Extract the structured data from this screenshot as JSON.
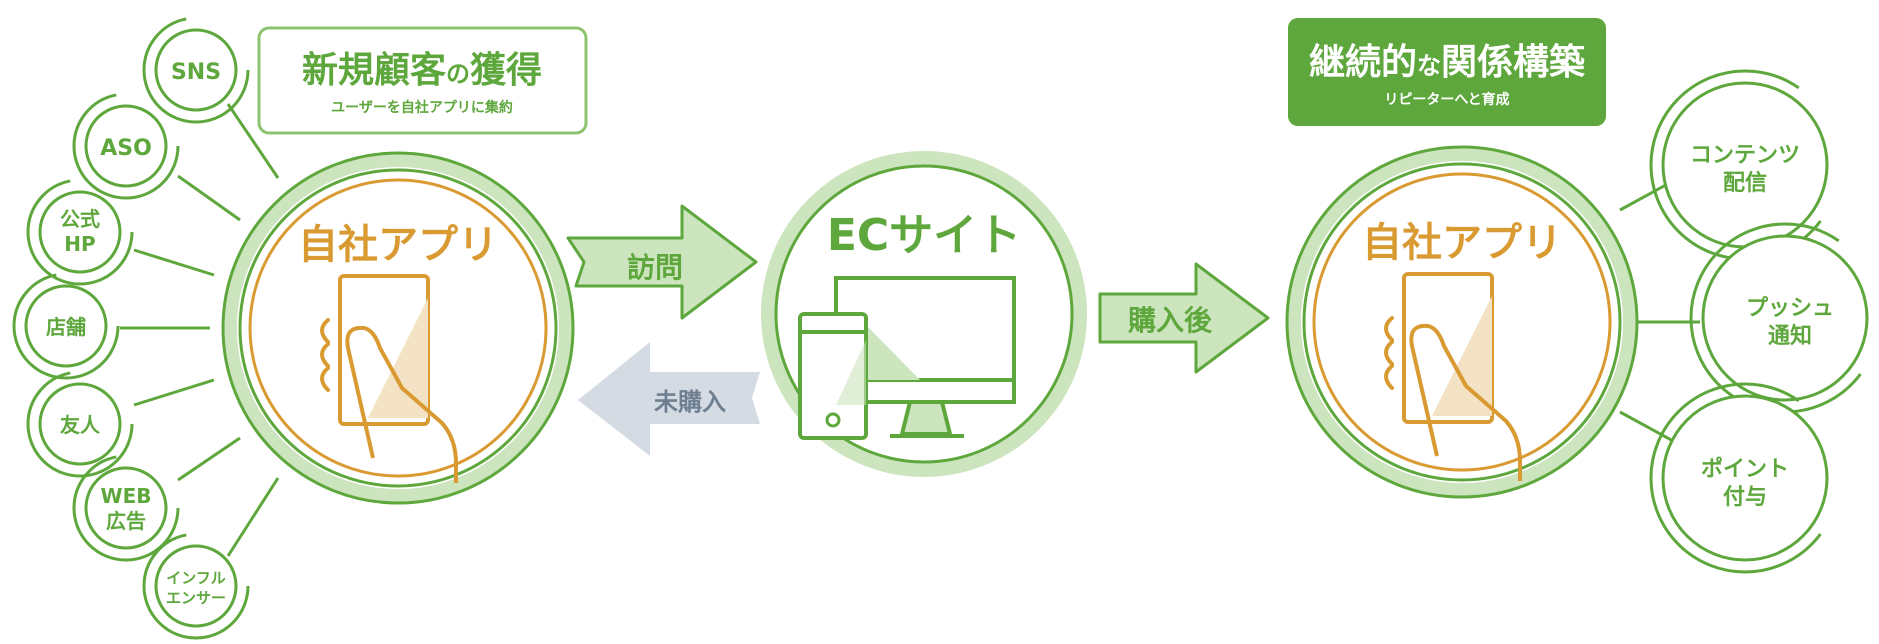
{
  "colors": {
    "green": "#5ea73c",
    "light_green": "#cde5bf",
    "orange": "#d99a32",
    "orange_fill": "#f3e2c3",
    "gray_arrow": "#d4dbe2",
    "gray_text": "#6f7f92",
    "box_border": "#8cc36d",
    "white": "#ffffff"
  },
  "left_box": {
    "title_part1": "新規顧客",
    "title_mid": "の",
    "title_part2": "獲得",
    "subtitle": "ユーザーを自社アプリに集約"
  },
  "right_box": {
    "title_part1": "継続的",
    "title_mid": "な",
    "title_part2": "関係構築",
    "subtitle": "リピーターへと育成"
  },
  "left_hub": {
    "label": "自社アプリ",
    "icon": "hand-phone-icon"
  },
  "right_hub": {
    "label": "自社アプリ",
    "icon": "hand-phone-icon"
  },
  "center_hub": {
    "label": "ECサイト",
    "icon": "devices-icon"
  },
  "channels": [
    {
      "line1": "SNS",
      "line2": ""
    },
    {
      "line1": "ASO",
      "line2": ""
    },
    {
      "line1": "公式",
      "line2": "HP"
    },
    {
      "line1": "店舗",
      "line2": ""
    },
    {
      "line1": "友人",
      "line2": ""
    },
    {
      "line1": "WEB",
      "line2": "広告"
    },
    {
      "line1": "インフル",
      "line2": "エンサー"
    }
  ],
  "retention": [
    {
      "line1": "コンテンツ",
      "line2": "配信"
    },
    {
      "line1": "プッシュ",
      "line2": "通知"
    },
    {
      "line1": "ポイント",
      "line2": "付与"
    }
  ],
  "arrows": {
    "visit": "訪問",
    "not_purchased": "未購入",
    "after_purchase": "購入後"
  }
}
